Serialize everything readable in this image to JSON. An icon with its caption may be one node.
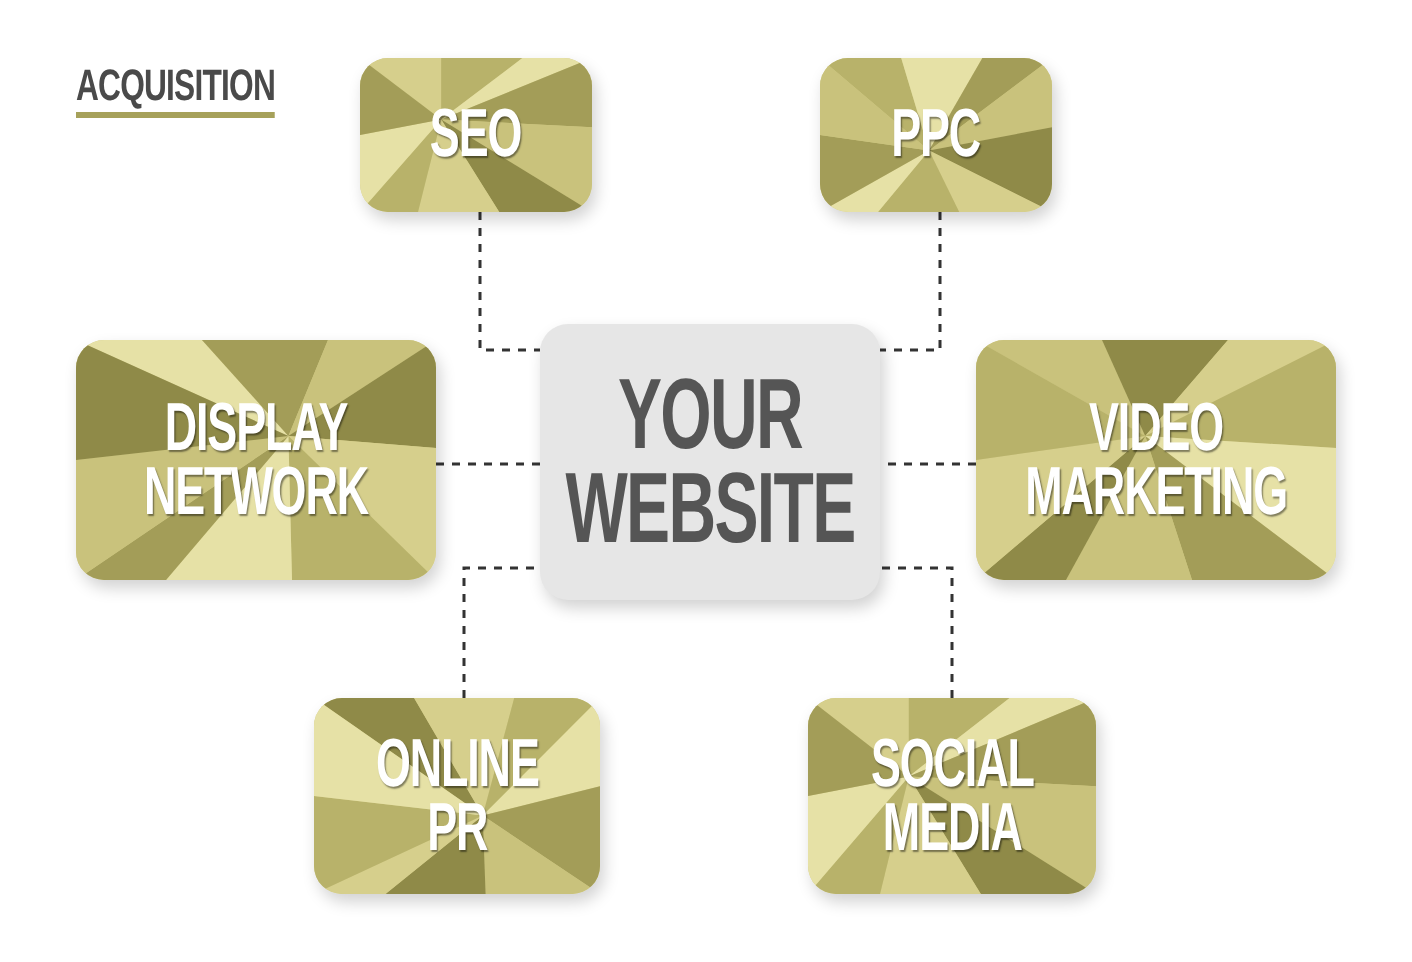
{
  "diagram": {
    "title": "ACQUISITION",
    "nodes": [
      {
        "text": [
          "SEO"
        ]
      },
      {
        "text": [
          "PPC"
        ]
      },
      {
        "text": [
          "DISPLAY NETWORK"
        ]
      },
      {
        "text": [
          "YOUR WEBSITE"
        ]
      },
      {
        "text": [
          "VIDEO MARKETING"
        ]
      },
      {
        "text": [
          "ONLINE PR"
        ]
      },
      {
        "text": [
          "SOCIAL MEDIA"
        ]
      }
    ],
    "edges": [
      {
        "from": 0,
        "to": 3,
        "arrow": "none",
        "style": "dashed"
      },
      {
        "from": 1,
        "to": 3,
        "arrow": "none",
        "style": "dashed"
      },
      {
        "from": 2,
        "to": 3,
        "arrow": "none",
        "style": "dashed"
      },
      {
        "from": 4,
        "to": 3,
        "arrow": "none",
        "style": "dashed"
      },
      {
        "from": 5,
        "to": 3,
        "arrow": "none",
        "style": "dashed"
      },
      {
        "from": 6,
        "to": 3,
        "arrow": "none",
        "style": "dashed"
      }
    ]
  }
}
